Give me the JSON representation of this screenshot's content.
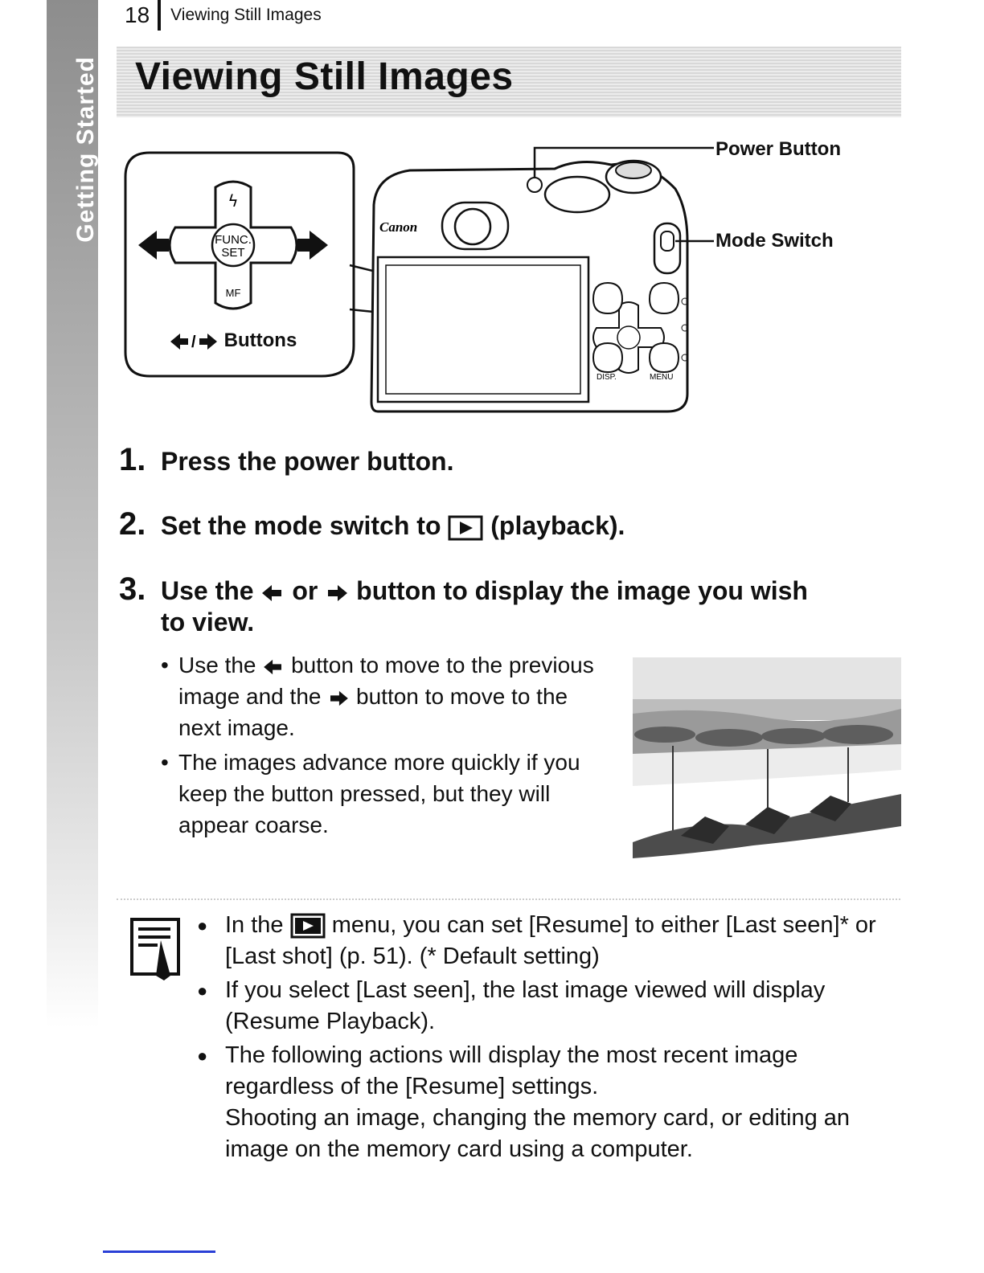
{
  "header": {
    "page_number": "18",
    "section": "Viewing Still Images"
  },
  "side_tab": {
    "label": "Getting Started"
  },
  "title": "Viewing Still Images",
  "diagram": {
    "callouts": {
      "power_button": "Power Button",
      "mode_switch": "Mode Switch"
    },
    "buttons_label": "Buttons",
    "camera_brand": "Canon",
    "dpad": {
      "center_line1": "FUNC.",
      "center_line2": "SET",
      "bottom": "MF"
    },
    "small_labels": {
      "disp": "DISP.",
      "menu": "MENU"
    }
  },
  "steps": [
    {
      "number": "1.",
      "text": "Press the power button."
    },
    {
      "number": "2.",
      "text_before": "Set the mode switch to",
      "text_after": "(playback)."
    },
    {
      "number": "3.",
      "text_a": "Use the",
      "text_b": "or",
      "text_c": "button to display the image you wish",
      "text_d": "to view."
    }
  ],
  "bullets": {
    "b1_a": "Use the",
    "b1_b": "button to move to the",
    "b1_c": "previous image and the",
    "b1_d": "button to",
    "b1_e": "move to the next image.",
    "b2": "The images advance more quickly if you keep the button pressed, but they will appear coarse."
  },
  "notes": {
    "n1_a": "In the",
    "n1_b": "menu, you can set [Resume] to either [Last seen]* or [Last shot] (p. 51). (* Default setting)",
    "n2": "If you select [Last seen], the last image viewed will display (Resume Playback).",
    "n3_a": "The following actions will display the most recent image regardless of the [Resume] settings.",
    "n3_b": "Shooting an image, changing the memory card, or editing an image on the memory card using a computer."
  }
}
